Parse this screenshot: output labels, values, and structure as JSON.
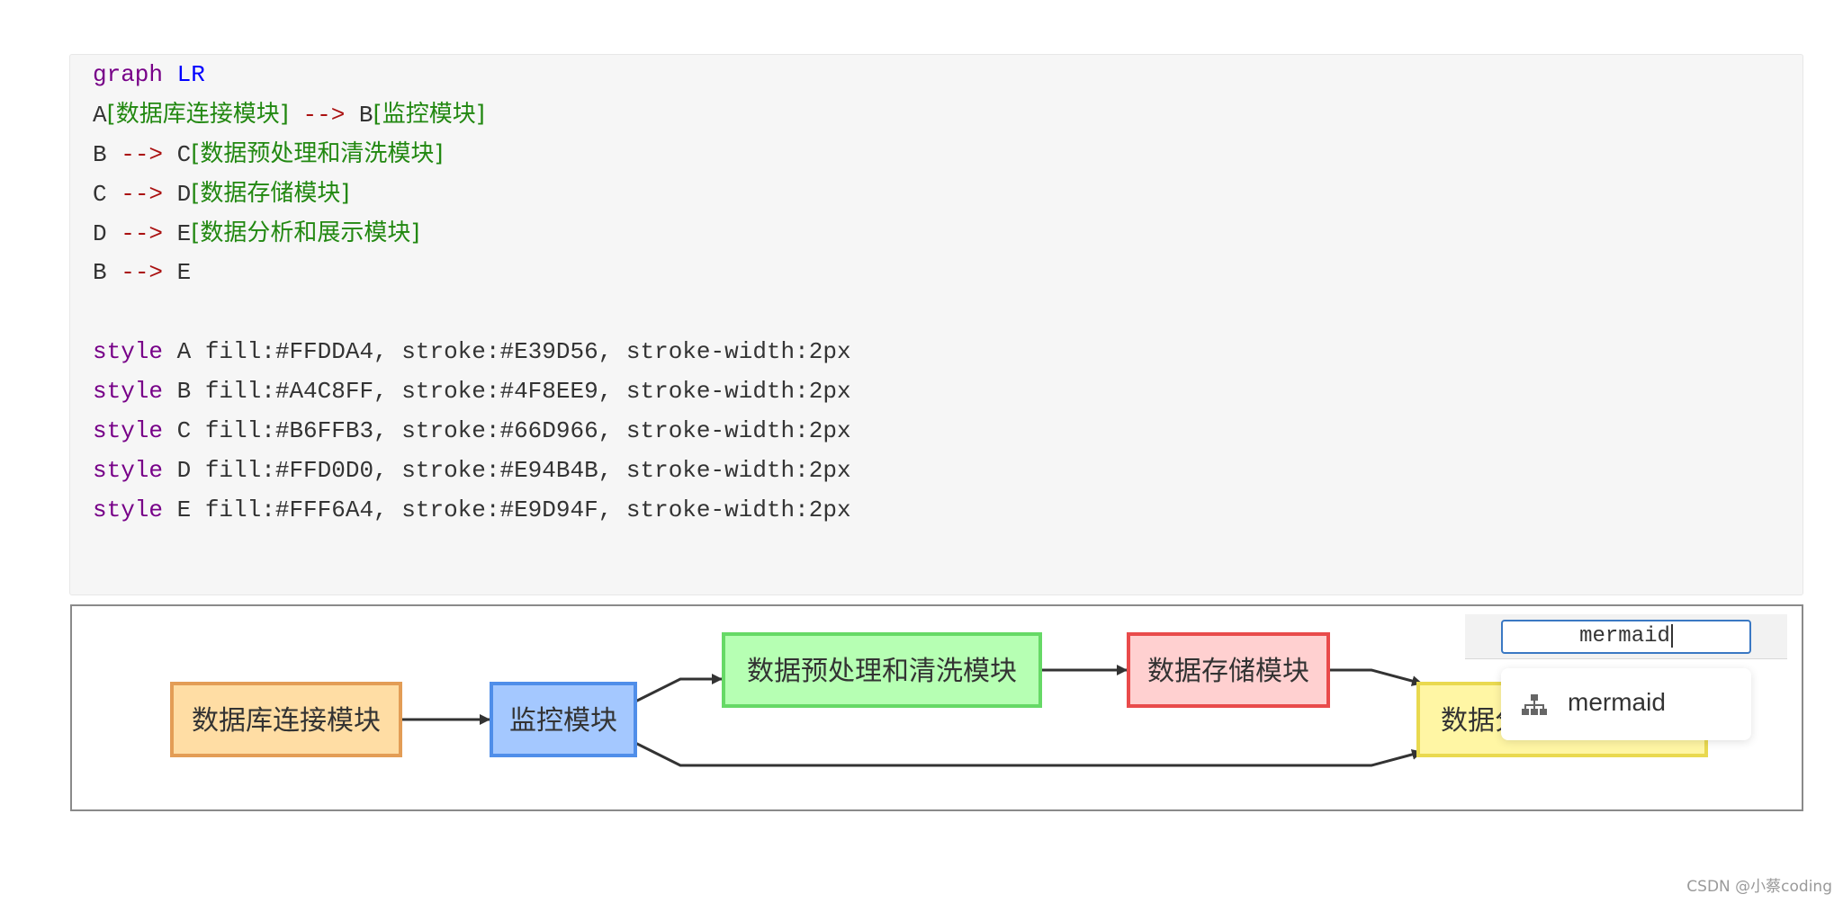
{
  "code": {
    "lines": [
      [
        {
          "t": "graph",
          "c": "kw"
        },
        {
          "t": " ",
          "c": "plain"
        },
        {
          "t": "LR",
          "c": "var"
        }
      ],
      [
        {
          "t": "A",
          "c": "plain"
        },
        {
          "t": "[数据库连接模块]",
          "c": "str"
        },
        {
          "t": " ",
          "c": "plain"
        },
        {
          "t": "-->",
          "c": "arrow"
        },
        {
          "t": " B",
          "c": "plain"
        },
        {
          "t": "[监控模块]",
          "c": "str"
        }
      ],
      [
        {
          "t": "B ",
          "c": "plain"
        },
        {
          "t": "-->",
          "c": "arrow"
        },
        {
          "t": " C",
          "c": "plain"
        },
        {
          "t": "[数据预处理和清洗模块]",
          "c": "str"
        }
      ],
      [
        {
          "t": "C ",
          "c": "plain"
        },
        {
          "t": "-->",
          "c": "arrow"
        },
        {
          "t": " D",
          "c": "plain"
        },
        {
          "t": "[数据存储模块]",
          "c": "str"
        }
      ],
      [
        {
          "t": "D ",
          "c": "plain"
        },
        {
          "t": "-->",
          "c": "arrow"
        },
        {
          "t": " E",
          "c": "plain"
        },
        {
          "t": "[数据分析和展示模块]",
          "c": "str"
        }
      ],
      [
        {
          "t": "B ",
          "c": "plain"
        },
        {
          "t": "-->",
          "c": "arrow"
        },
        {
          "t": " E",
          "c": "plain"
        }
      ],
      [],
      [
        {
          "t": "style",
          "c": "kw"
        },
        {
          "t": " A fill:#FFDDA4, stroke:#E39D56, stroke-width:2px",
          "c": "plain"
        }
      ],
      [
        {
          "t": "style",
          "c": "kw"
        },
        {
          "t": " B fill:#A4C8FF, stroke:#4F8EE9, stroke-width:2px",
          "c": "plain"
        }
      ],
      [
        {
          "t": "style",
          "c": "kw"
        },
        {
          "t": " C fill:#B6FFB3, stroke:#66D966, stroke-width:2px",
          "c": "plain"
        }
      ],
      [
        {
          "t": "style",
          "c": "kw"
        },
        {
          "t": " D fill:#FFD0D0, stroke:#E94B4B, stroke-width:2px",
          "c": "plain"
        }
      ],
      [
        {
          "t": "style",
          "c": "kw"
        },
        {
          "t": " E fill:#FFF6A4, stroke:#E9D94F, stroke-width:2px",
          "c": "plain"
        }
      ]
    ]
  },
  "diagram": {
    "nodes": [
      {
        "id": "A",
        "label": "数据库连接模块",
        "fill": "#FFDDA4",
        "stroke": "#E39D56"
      },
      {
        "id": "B",
        "label": "监控模块",
        "fill": "#A4C8FF",
        "stroke": "#4F8EE9"
      },
      {
        "id": "C",
        "label": "数据预处理和清洗模块",
        "fill": "#B6FFB3",
        "stroke": "#66D966"
      },
      {
        "id": "D",
        "label": "数据存储模块",
        "fill": "#FFD0D0",
        "stroke": "#E94B4B"
      },
      {
        "id": "E",
        "label": "数据分析和展示模块",
        "fill": "#FFF6A4",
        "stroke": "#E9D94F"
      }
    ],
    "edges": [
      {
        "from": "A",
        "to": "B"
      },
      {
        "from": "B",
        "to": "C"
      },
      {
        "from": "C",
        "to": "D"
      },
      {
        "from": "D",
        "to": "E"
      },
      {
        "from": "B",
        "to": "E"
      }
    ]
  },
  "autocomplete": {
    "input_value": "mermaid",
    "suggestion_label": "mermaid",
    "suggestion_icon": "sitemap-icon"
  },
  "watermark": "CSDN @小蔡coding",
  "colors": {
    "keyword": "#770088",
    "variable": "#0000ff",
    "arrow": "#aa1111",
    "string": "#228811",
    "input_border": "#3a78c3"
  }
}
